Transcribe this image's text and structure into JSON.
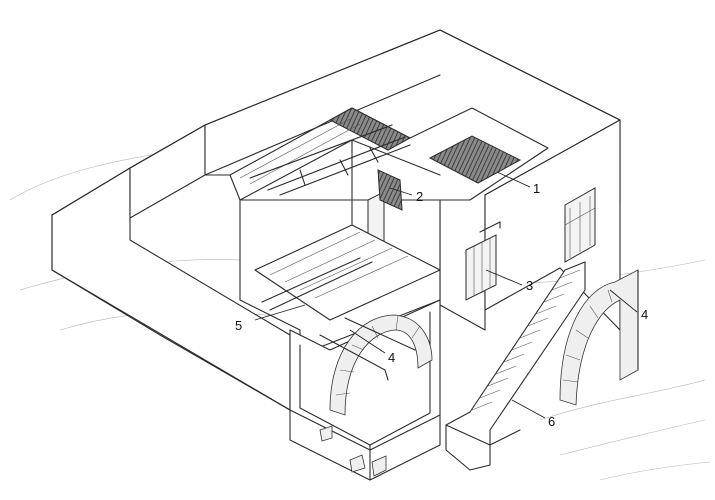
{
  "callouts": [
    {
      "id": "c1",
      "text": "1"
    },
    {
      "id": "c2",
      "text": "2"
    },
    {
      "id": "c3",
      "text": "3"
    },
    {
      "id": "c4a",
      "text": "4"
    },
    {
      "id": "c4b",
      "text": "4"
    },
    {
      "id": "c5",
      "text": "5"
    },
    {
      "id": "c6",
      "text": "6"
    }
  ]
}
